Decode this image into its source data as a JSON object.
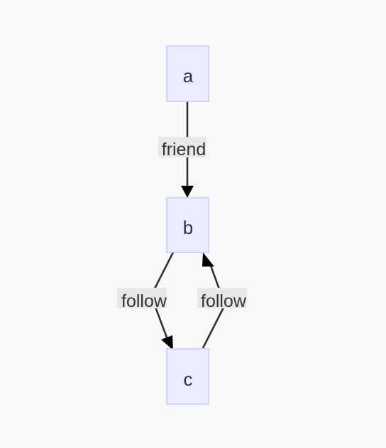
{
  "diagram": {
    "colors": {
      "background": "#f8f9fa",
      "node_fill": "#ececff",
      "node_stroke": "#c9c9f5",
      "edge": "#333333",
      "edge_label_bg": "#e8e8e8",
      "text": "#333333"
    },
    "nodes": {
      "a": {
        "label": "a"
      },
      "b": {
        "label": "b"
      },
      "c": {
        "label": "c"
      }
    },
    "edges": [
      {
        "from": "a",
        "to": "b",
        "label": "friend"
      },
      {
        "from": "b",
        "to": "c",
        "label": "follow"
      },
      {
        "from": "c",
        "to": "b",
        "label": "follow"
      }
    ]
  }
}
